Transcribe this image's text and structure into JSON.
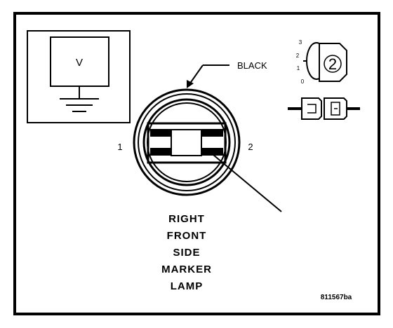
{
  "meter": {
    "symbol": "V"
  },
  "connector": {
    "wire_color": "BLACK",
    "pin_left": "1",
    "pin_right": "2",
    "caption_lines": [
      "RIGHT",
      "FRONT",
      "SIDE",
      "MARKER",
      "LAMP"
    ]
  },
  "legend": {
    "pins": [
      "3",
      "2",
      "1",
      "0"
    ],
    "number": "2"
  },
  "figure_id": "811567ba"
}
